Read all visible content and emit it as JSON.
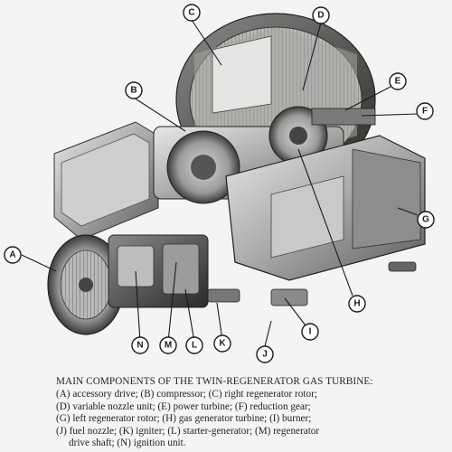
{
  "labels": {
    "A": "A",
    "B": "B",
    "C": "C",
    "D": "D",
    "E": "E",
    "F": "F",
    "G": "G",
    "H": "H",
    "I": "I",
    "J": "J",
    "K": "K",
    "L": "L",
    "M": "M",
    "N": "N"
  },
  "caption": {
    "title": "MAIN COMPONENTS OF THE TWIN-REGENERATOR GAS TURBINE:",
    "lines": [
      "(A)  accessory drive;  (B)  compressor;  (C)  right regenerator rotor;",
      "(D)  variable nozzle unit;  (E)  power turbine;  (F)  reduction gear;",
      "(G)  left regenerator rotor;  (H)  gas generator turbine;  (I)  burner;",
      "(J)  fuel nozzle;  (K)  igniter;  (L)  starter-generator;  (M)  regenerator",
      "drive shaft;  (N)  ignition unit."
    ]
  }
}
